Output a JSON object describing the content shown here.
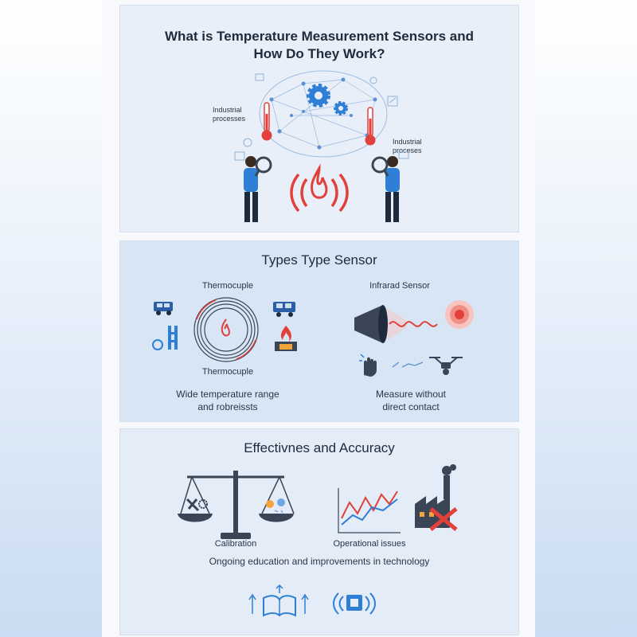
{
  "header": {
    "title_line1": "What is Temperature Measurement Sensors and",
    "title_line2": "How Do They Work?",
    "left_label": "Industrial processes",
    "right_label": "Industrial proceses"
  },
  "types": {
    "title": "Types Type Sensor",
    "thermocouple": {
      "top_label": "Thermocuple",
      "bottom_label": "Thermocuple",
      "desc_line1": "Wide temperature range",
      "desc_line2": "and robreissts"
    },
    "infrared": {
      "label": "Infrarad Sensor",
      "desc_line1": "Measure without",
      "desc_line2": "direct contact"
    }
  },
  "effectiveness": {
    "title": "Effectivnes and Accuracy",
    "calibration_label": "Calibration",
    "operational_label": "Operational issues",
    "summary": "Ongoing education and improvements in technology"
  },
  "colors": {
    "accent_red": "#e2403a",
    "accent_blue": "#2f7fd6",
    "dark": "#3a4656"
  }
}
